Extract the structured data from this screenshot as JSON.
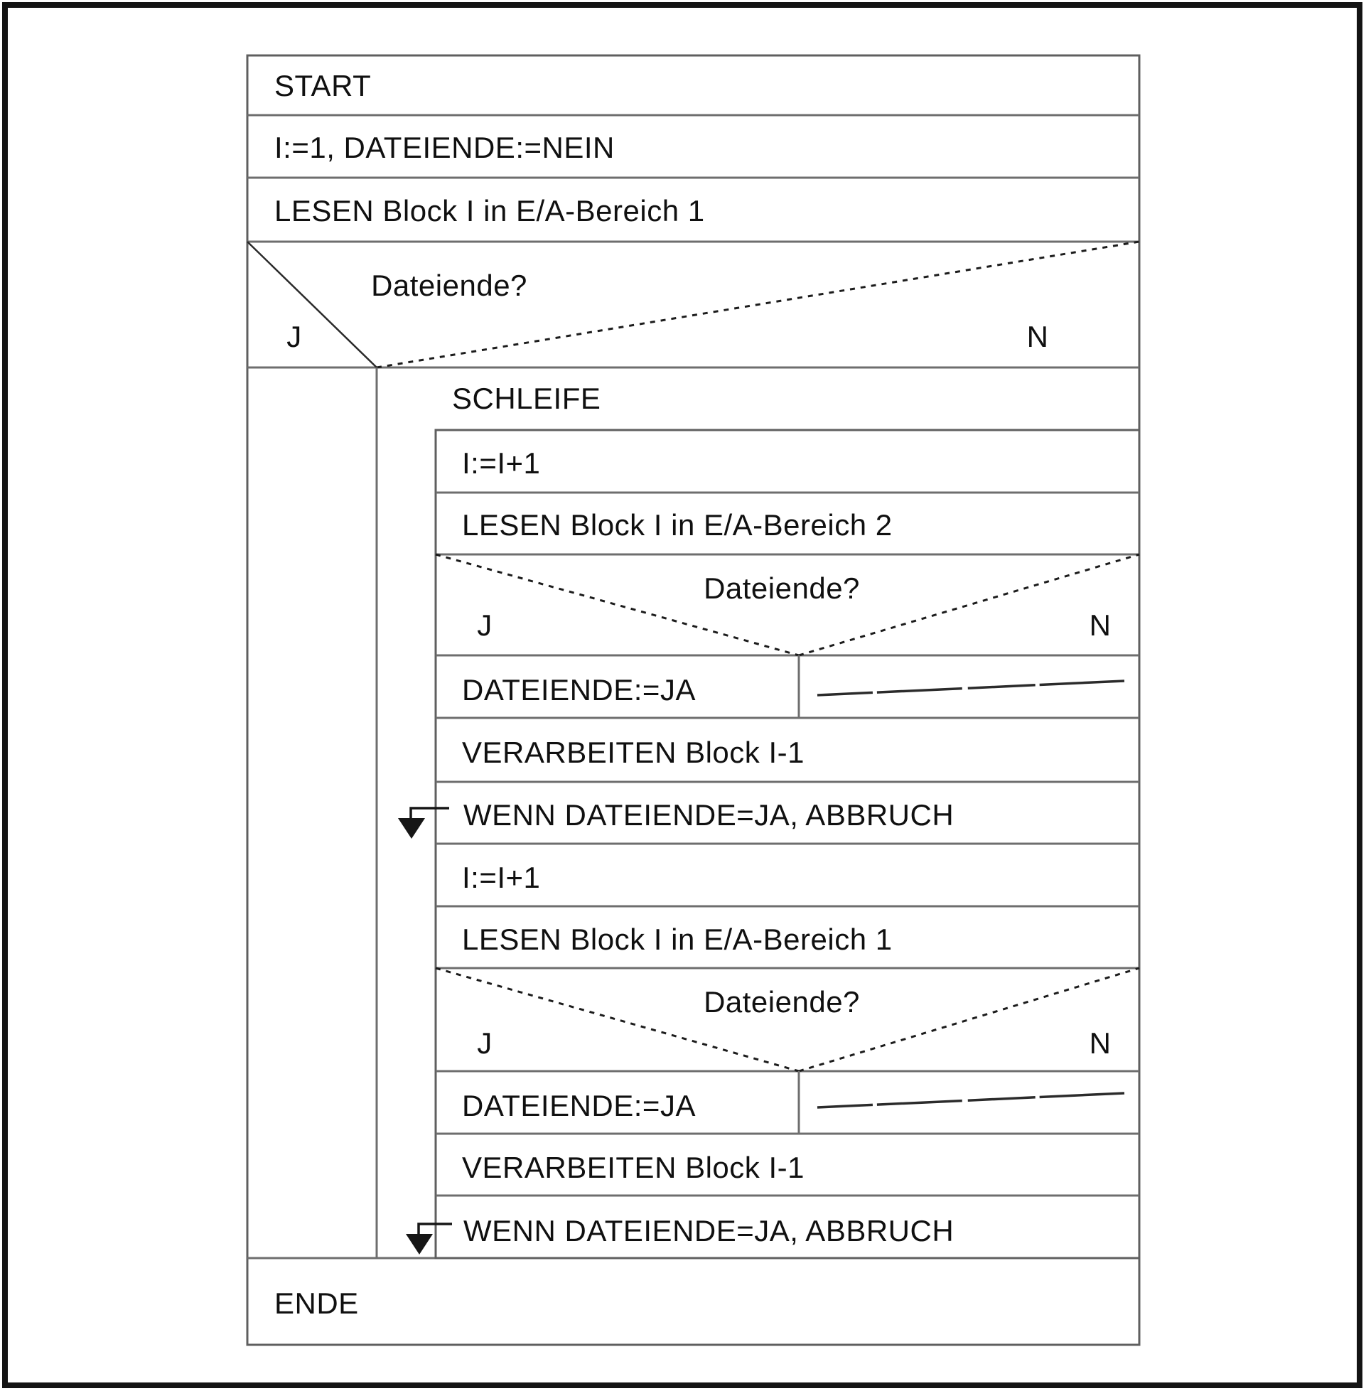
{
  "structogram": {
    "start_label": "START",
    "init_statement": "I:=1, DATEIENDE:=NEIN",
    "read_block_1": "LESEN Block I in E/A-Bereich 1",
    "outer_decision": {
      "question": "Dateiende?",
      "yes_label": "J",
      "no_label": "N"
    },
    "loop": {
      "label": "SCHLEIFE",
      "steps": {
        "increment_1": "I:=I+1",
        "read_buffer_2": "LESEN Block I in E/A-Bereich 2",
        "decision_a": {
          "question": "Dateiende?",
          "yes_label": "J",
          "no_label": "N"
        },
        "set_eof_a": "DATEIENDE:=JA",
        "process_a": "VERARBEITEN Block I-1",
        "break_a": "WENN DATEIENDE=JA, ABBRUCH",
        "increment_2": "I:=I+1",
        "read_buffer_1": "LESEN Block I in E/A-Bereich 1",
        "decision_b": {
          "question": "Dateiende?",
          "yes_label": "J",
          "no_label": "N"
        },
        "set_eof_b": "DATEIENDE:=JA",
        "process_b": "VERARBEITEN Block I-1",
        "break_b": "WENN DATEIENDE=JA, ABBRUCH"
      }
    },
    "end_label": "ENDE"
  },
  "colors": {
    "background": "#ffffff",
    "ink": "#101010",
    "box_line": "#5f5f5f",
    "frame": "#141414"
  }
}
